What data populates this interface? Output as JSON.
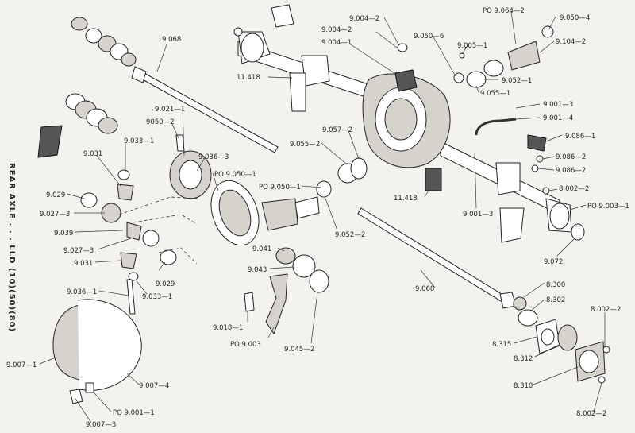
{
  "side_title": "REAR AXLE . . . LLD (10)(50)(80)",
  "labels": {
    "l9068_top": "9.068",
    "l9021_1": "9.021—1",
    "l9050_2": "9050—2",
    "l9033_1_top": "9.033—1",
    "l9031_top": "9.031",
    "l9036_3": "9.036—3",
    "lPO9050_1a": "PO 9.050—1",
    "lPO9050_1b": "PO 9.050—1",
    "l9029_top": "9.029",
    "l9027_3_top": "9.027—3",
    "l9039": "9.039",
    "l9027_3_bot": "9.027—3",
    "l9031_bot": "9.031",
    "l9029_bot": "9.029",
    "l9033_1_bot": "9.033—1",
    "l9036_1": "9.036—1",
    "l9007_1": "9.007—1",
    "l9007_4": "9.007—4",
    "lPO9001_1": "PO 9.001—1",
    "l9007_3": "9.007—3",
    "l11418_top": "11.418",
    "l9004_2a": "9.004—2",
    "l9004_2b": "9.004—2",
    "l9004_1": "9.004—1",
    "l9050_6": "9.050—6",
    "l9005_1": "9.005—1",
    "lPO9064_2": "PO 9.064—2",
    "l9050_4": "9.050—4",
    "l9104_2": "9.104—2",
    "l9052_1": "9.052—1",
    "l9055_1": "9.055—1",
    "l9001_3a": "9.001—3",
    "l9001_4": "9.001—4",
    "l9086_1": "9.086—1",
    "l9086_2a": "9.086—2",
    "l9086_2b": "9.086—2",
    "l9057_2": "9.057—2",
    "l9055_2": "9.055—2",
    "l11418_bot": "11.418",
    "l9001_3b": "9.001—3",
    "l8002_2a": "8.002—2",
    "lPO9003_1": "PO 9.003—1",
    "l9052_2": "9.052—2",
    "l9041": "9.041",
    "l9043": "9.043",
    "l9018_1": "9.018—1",
    "lPO9003": "PO 9.003",
    "l9045_2": "9.045—2",
    "l9068_bot": "9.068",
    "l9072": "9.072",
    "l8300": "8.300",
    "l8302": "8.302",
    "l8002_2b": "8.002—2",
    "l8315": "8.315",
    "l8312": "8.312",
    "l8310": "8.310",
    "l8002_2c": "8.002—2"
  }
}
